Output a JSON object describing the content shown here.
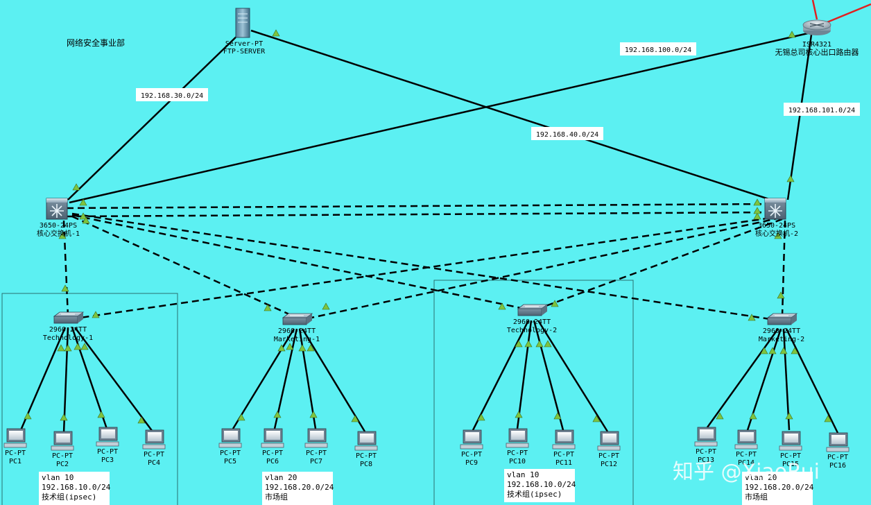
{
  "title": "网络安全事业部",
  "router": {
    "model": "ISR4321",
    "name": "无锡总司核心出口路由器"
  },
  "server": {
    "model": "Server-PT",
    "name": "FTP-SERVER"
  },
  "core_switches": [
    {
      "model": "3650-24PS",
      "name": "核心交换机-1"
    },
    {
      "model": "3650-24PS",
      "name": "核心交换机-2"
    }
  ],
  "access_switches": [
    {
      "model": "2960-24TT",
      "name": "Technology-1"
    },
    {
      "model": "2960-24TT",
      "name": "Marketing-1"
    },
    {
      "model": "2960-24TT",
      "name": "Technology-2"
    },
    {
      "model": "2960-24TT",
      "name": "Marketing-2"
    }
  ],
  "pcs": [
    {
      "model": "PC-PT",
      "name": "PC1"
    },
    {
      "model": "PC-PT",
      "name": "PC2"
    },
    {
      "model": "PC-PT",
      "name": "PC3"
    },
    {
      "model": "PC-PT",
      "name": "PC4"
    },
    {
      "model": "PC-PT",
      "name": "PC5"
    },
    {
      "model": "PC-PT",
      "name": "PC6"
    },
    {
      "model": "PC-PT",
      "name": "PC7"
    },
    {
      "model": "PC-PT",
      "name": "PC8"
    },
    {
      "model": "PC-PT",
      "name": "PC9"
    },
    {
      "model": "PC-PT",
      "name": "PC10"
    },
    {
      "model": "PC-PT",
      "name": "PC11"
    },
    {
      "model": "PC-PT",
      "name": "PC12"
    },
    {
      "model": "PC-PT",
      "name": "PC13"
    },
    {
      "model": "PC-PT",
      "name": "PC14"
    },
    {
      "model": "PC-PT",
      "name": "PC15"
    },
    {
      "model": "PC-PT",
      "name": "PC16"
    }
  ],
  "networks": {
    "server_core1": "192.168.30.0/24",
    "server_core2": "192.168.40.0/24",
    "router_core1": "192.168.100.0/24",
    "router_core2": "192.168.101.0/24"
  },
  "notes": [
    {
      "vlan": "vlan  10",
      "subnet": "192.168.10.0/24",
      "group": "技术组(ipsec)"
    },
    {
      "vlan": "vlan  20",
      "subnet": "192.168.20.0/24",
      "group": "市场组"
    },
    {
      "vlan": "vlan  10",
      "subnet": "192.168.10.0/24",
      "group": "技术组(ipsec)"
    },
    {
      "vlan": "vlan  20",
      "subnet": "192.168.20.0/24",
      "group": "市场组"
    }
  ],
  "watermark": "知乎 @XiaoRui",
  "colors": {
    "background": "#5cf0f2",
    "link": "#000000",
    "link_indicator": "#7ec33f",
    "external_link": "#e02020"
  }
}
